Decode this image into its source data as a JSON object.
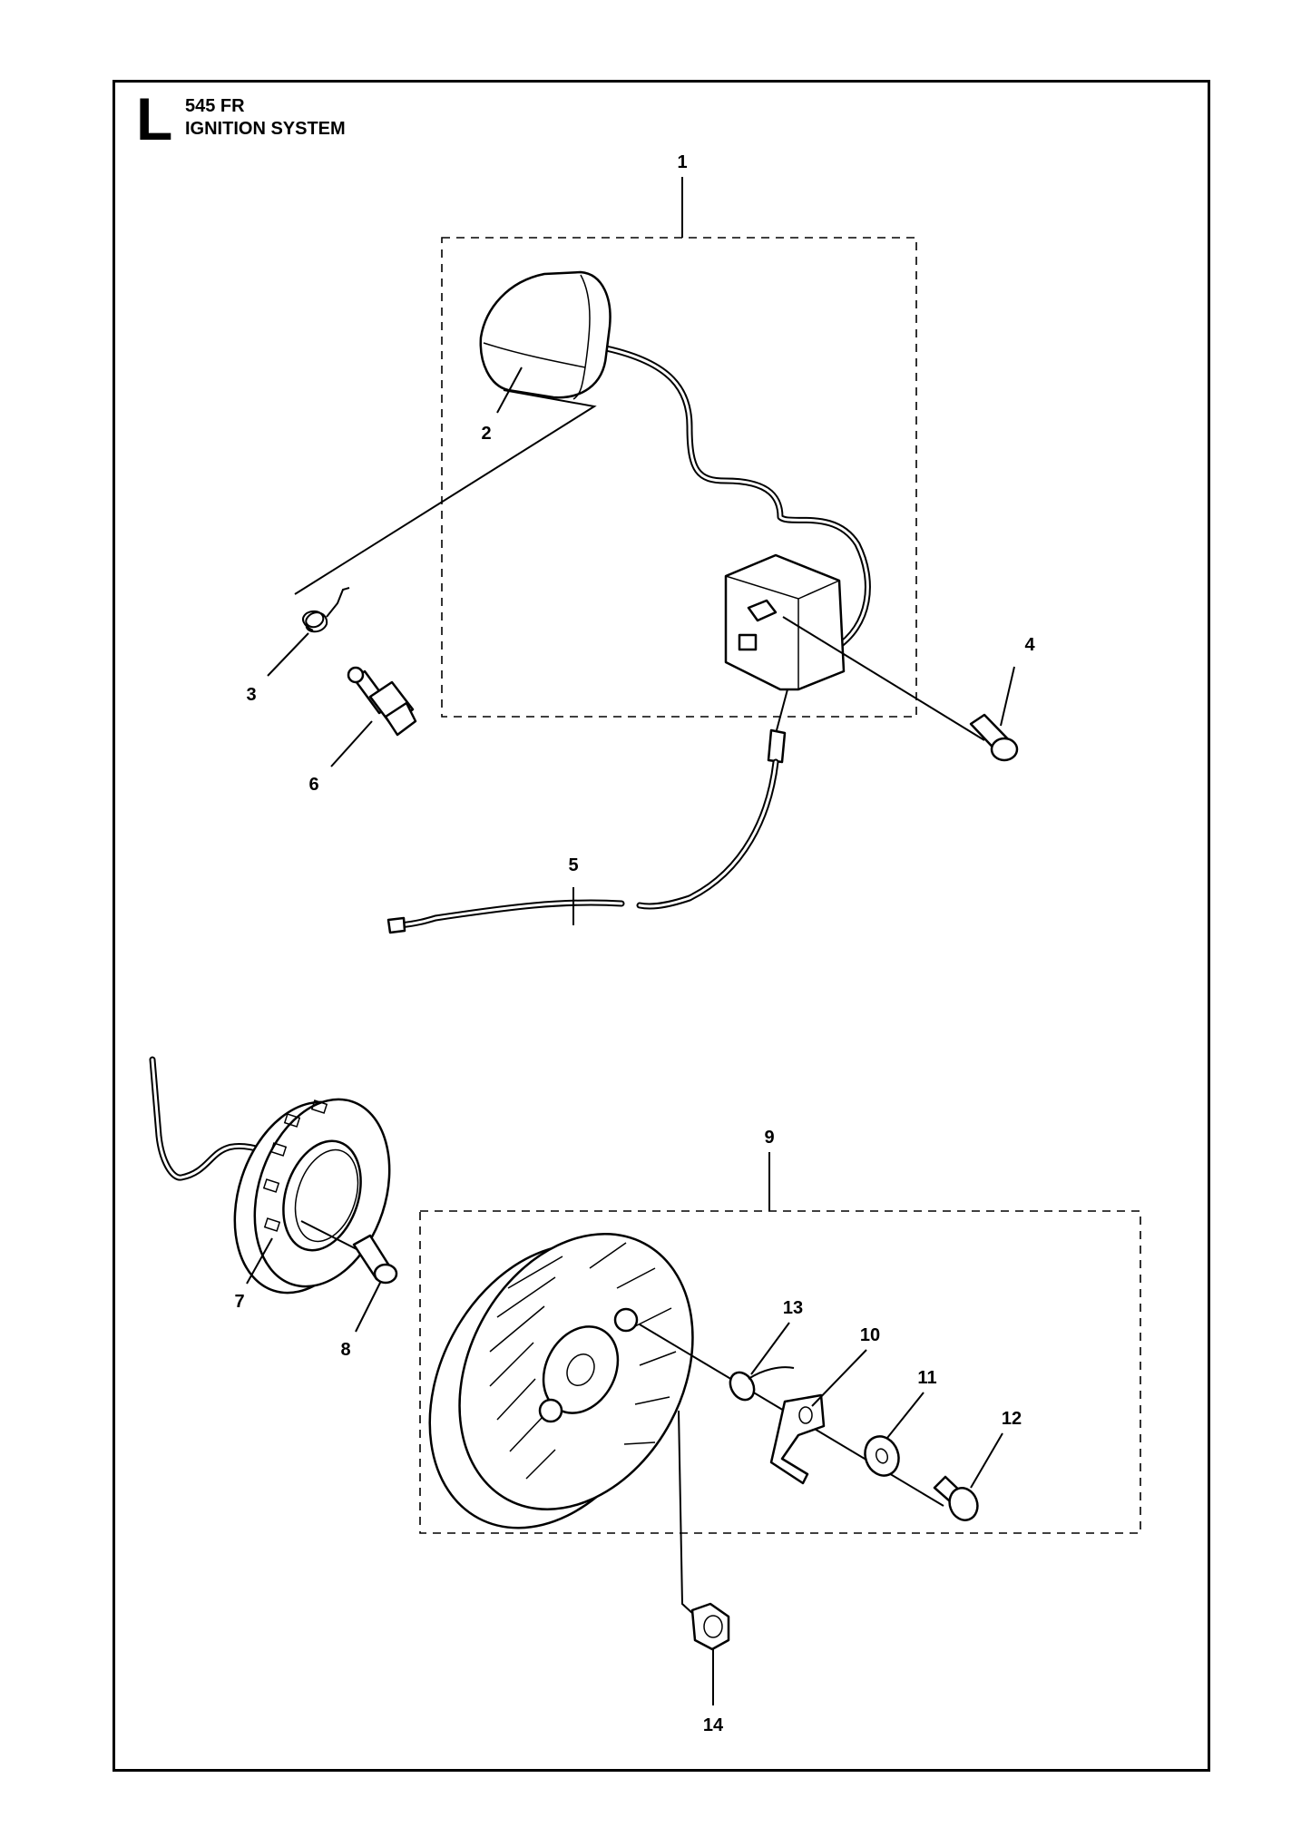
{
  "header": {
    "section_letter": "L",
    "model": "545 FR",
    "title": "IGNITION SYSTEM"
  },
  "callouts": [
    {
      "id": "1",
      "label": "1"
    },
    {
      "id": "2",
      "label": "2"
    },
    {
      "id": "3",
      "label": "3"
    },
    {
      "id": "4",
      "label": "4"
    },
    {
      "id": "5",
      "label": "5"
    },
    {
      "id": "6",
      "label": "6"
    },
    {
      "id": "7",
      "label": "7"
    },
    {
      "id": "8",
      "label": "8"
    },
    {
      "id": "9",
      "label": "9"
    },
    {
      "id": "10",
      "label": "10"
    },
    {
      "id": "11",
      "label": "11"
    },
    {
      "id": "12",
      "label": "12"
    },
    {
      "id": "13",
      "label": "13"
    },
    {
      "id": "14",
      "label": "14"
    }
  ]
}
